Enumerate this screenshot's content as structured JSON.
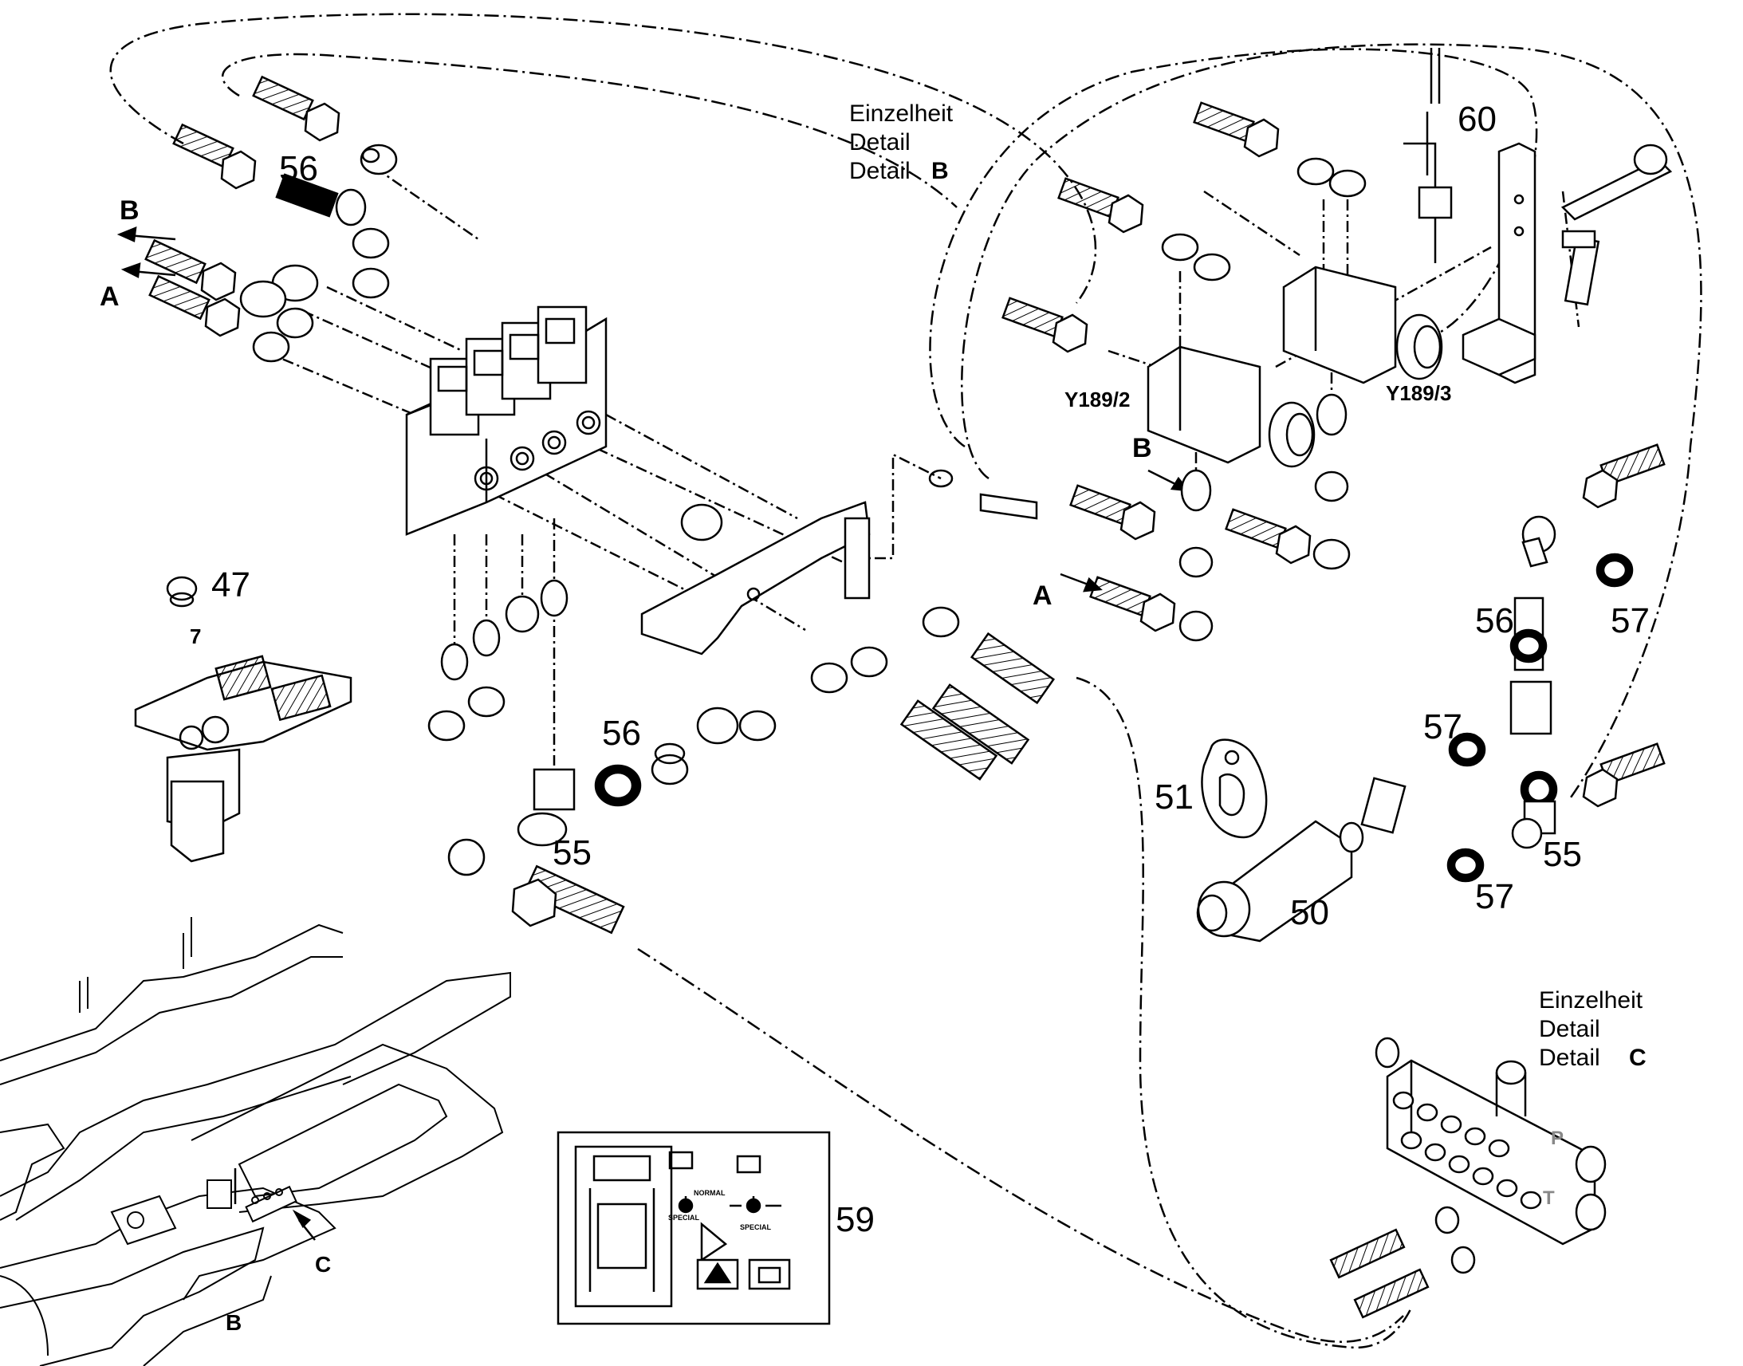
{
  "part_numbers": {
    "p56_top": "56",
    "p47": "47",
    "p7": "7",
    "p56_mid": "56",
    "p55_mid": "55",
    "p60": "60",
    "p56_right": "56",
    "p57_a": "57",
    "p57_b": "57",
    "p51": "51",
    "p55_right": "55",
    "p57_c": "57",
    "p50": "50",
    "p59": "59"
  },
  "port_labels": {
    "B_left": "B",
    "A_left": "A",
    "B_detail": "B",
    "A_detail": "A",
    "B_chassis": "B",
    "C_chassis": "C"
  },
  "valve_labels": {
    "y189_2": "Y189/2",
    "y189_3": "Y189/3"
  },
  "detail_B": {
    "line1": "Einzelheit",
    "line2": "Detail",
    "line3": "Detail",
    "letter": "B"
  },
  "detail_C": {
    "line1": "Einzelheit",
    "line2": "Detail",
    "line3": "Detail",
    "letter": "C"
  },
  "decal": {
    "normal": "NORMAL",
    "special": "SPECIAL",
    "special2": "SPECIAL"
  }
}
